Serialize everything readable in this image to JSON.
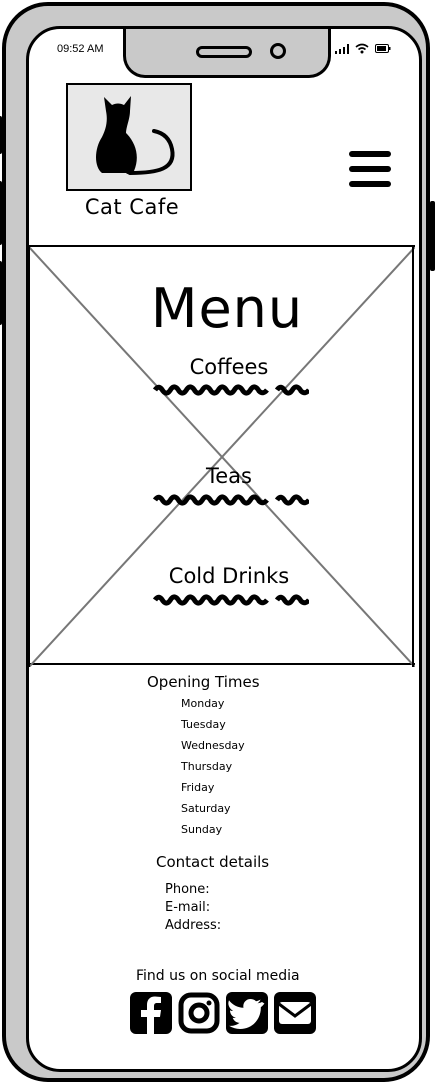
{
  "status_bar": {
    "time": "09:52 AM"
  },
  "header": {
    "brand": "Cat Cafe",
    "logo_icon": "cat-icon",
    "menu_icon": "hamburger-icon"
  },
  "hero": {
    "title": "Menu",
    "categories": [
      {
        "label": "Coffees"
      },
      {
        "label": "Teas"
      },
      {
        "label": "Cold Drinks"
      }
    ]
  },
  "opening_times": {
    "title": "Opening Times",
    "days": [
      "Monday",
      "Tuesday",
      "Wednesday",
      "Thursday",
      "Friday",
      "Saturday",
      "Sunday"
    ]
  },
  "contact": {
    "title": "Contact details",
    "phone_label": "Phone:",
    "email_label": "E-mail:",
    "address_label": "Address:"
  },
  "social": {
    "title": "Find us on social media",
    "icons": [
      "facebook-icon",
      "instagram-icon",
      "twitter-icon",
      "email-icon"
    ]
  },
  "colors": {
    "frame": "#c9c9c9",
    "ink": "#000000",
    "placeholder_line": "#777777"
  }
}
